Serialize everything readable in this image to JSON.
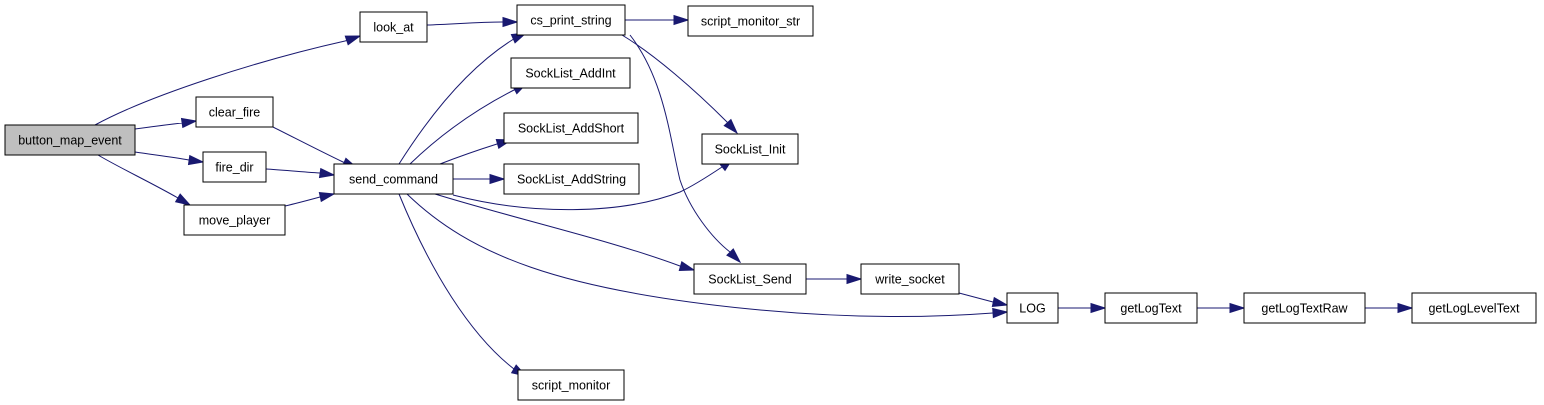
{
  "diagram": {
    "type": "call-graph",
    "colors": {
      "edge": "#191970",
      "root_fill": "#bfbfbf",
      "node_fill": "#ffffff",
      "node_border": "#000000"
    },
    "nodes": [
      {
        "id": "button_map_event",
        "label": "button_map_event",
        "root": true
      },
      {
        "id": "look_at",
        "label": "look_at"
      },
      {
        "id": "clear_fire",
        "label": "clear_fire"
      },
      {
        "id": "fire_dir",
        "label": "fire_dir"
      },
      {
        "id": "move_player",
        "label": "move_player"
      },
      {
        "id": "send_command",
        "label": "send_command"
      },
      {
        "id": "cs_print_string",
        "label": "cs_print_string"
      },
      {
        "id": "script_monitor_str",
        "label": "script_monitor_str"
      },
      {
        "id": "SockList_AddInt",
        "label": "SockList_AddInt"
      },
      {
        "id": "SockList_AddShort",
        "label": "SockList_AddShort"
      },
      {
        "id": "SockList_AddString",
        "label": "SockList_AddString"
      },
      {
        "id": "SockList_Init",
        "label": "SockList_Init"
      },
      {
        "id": "SockList_Send",
        "label": "SockList_Send"
      },
      {
        "id": "write_socket",
        "label": "write_socket"
      },
      {
        "id": "LOG",
        "label": "LOG"
      },
      {
        "id": "getLogText",
        "label": "getLogText"
      },
      {
        "id": "getLogTextRaw",
        "label": "getLogTextRaw"
      },
      {
        "id": "getLogLevelText",
        "label": "getLogLevelText"
      },
      {
        "id": "script_monitor",
        "label": "script_monitor"
      }
    ],
    "edges": [
      {
        "from": "button_map_event",
        "to": "look_at"
      },
      {
        "from": "button_map_event",
        "to": "clear_fire"
      },
      {
        "from": "button_map_event",
        "to": "fire_dir"
      },
      {
        "from": "button_map_event",
        "to": "move_player"
      },
      {
        "from": "look_at",
        "to": "cs_print_string"
      },
      {
        "from": "clear_fire",
        "to": "send_command"
      },
      {
        "from": "fire_dir",
        "to": "send_command"
      },
      {
        "from": "move_player",
        "to": "send_command"
      },
      {
        "from": "send_command",
        "to": "cs_print_string"
      },
      {
        "from": "send_command",
        "to": "SockList_AddInt"
      },
      {
        "from": "send_command",
        "to": "SockList_AddShort"
      },
      {
        "from": "send_command",
        "to": "SockList_AddString"
      },
      {
        "from": "send_command",
        "to": "SockList_Init"
      },
      {
        "from": "send_command",
        "to": "SockList_Send"
      },
      {
        "from": "send_command",
        "to": "LOG"
      },
      {
        "from": "send_command",
        "to": "script_monitor"
      },
      {
        "from": "cs_print_string",
        "to": "script_monitor_str"
      },
      {
        "from": "cs_print_string",
        "to": "SockList_Init"
      },
      {
        "from": "cs_print_string",
        "to": "SockList_Send"
      },
      {
        "from": "SockList_Send",
        "to": "write_socket"
      },
      {
        "from": "write_socket",
        "to": "LOG"
      },
      {
        "from": "LOG",
        "to": "getLogText"
      },
      {
        "from": "getLogText",
        "to": "getLogTextRaw"
      },
      {
        "from": "getLogTextRaw",
        "to": "getLogLevelText"
      }
    ]
  }
}
